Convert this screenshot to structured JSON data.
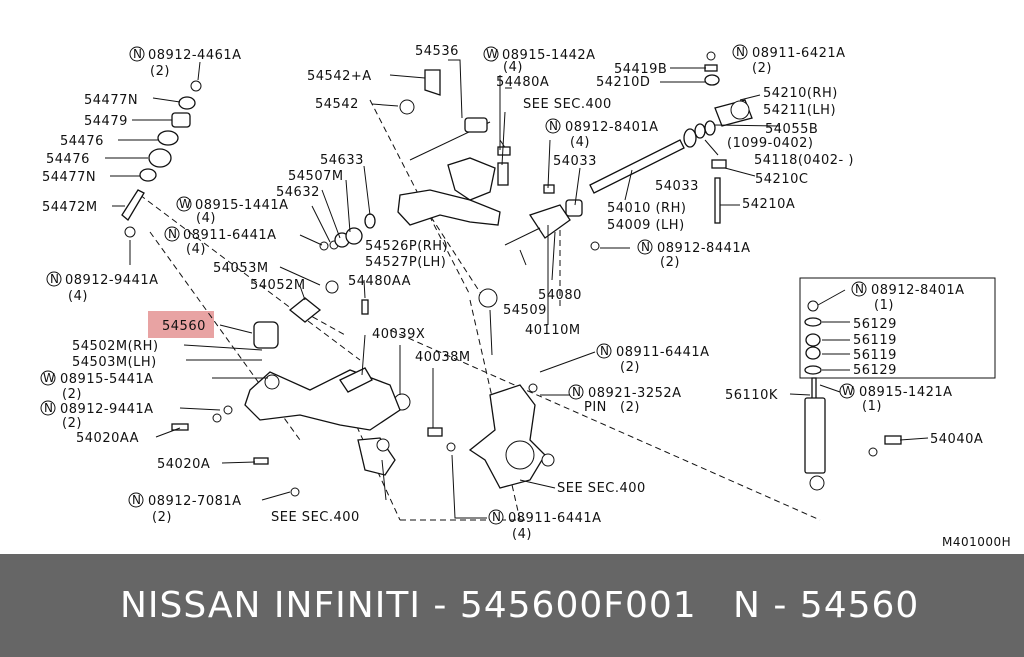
{
  "highlight": {
    "label": "54560",
    "color": "#e8a3a3"
  },
  "codes": {
    "c1": "08912-4461A",
    "c2": "08915-1442A",
    "c3": "08911-6421A",
    "c4": "08912-8401A",
    "c5": "08915-1441A",
    "c6": "08911-6441A",
    "c7": "08912-8441A",
    "c8": "08912-9441A",
    "c9": "08912-8401A",
    "c10": "08911-6441A",
    "c11": "08915-5441A",
    "c12": "08912-9441A",
    "c13": "08921-3252A",
    "c14": "08915-1421A",
    "c15": "08912-7081A",
    "c16": "08911-6441A"
  },
  "qty": {
    "q1": "(2)",
    "q2": "(4)",
    "q3": "(2)",
    "q4": "(4)",
    "q5": "(4)",
    "q6": "(4)",
    "q7": "(2)",
    "q8": "(4)",
    "q9": "(1)",
    "q10": "(2)",
    "q11": "(2)",
    "q12": "(2)",
    "q13": "(1)",
    "q14": "(2)",
    "q15": "(4)"
  },
  "parts": {
    "p54477N": "54477N",
    "p54479": "54479",
    "p54476a": "54476",
    "p54476b": "54476",
    "p54477Nb": "54477N",
    "p54472M": "54472M",
    "p54536": "54536",
    "p54542A": "54542+A",
    "p54542": "54542",
    "p54480A": "54480A",
    "see1": "SEE SEC.400",
    "p54419B": "54419B",
    "p54210D": "54210D",
    "p54210": "54210(RH)",
    "p54211": "54211(LH)",
    "p54055B": "54055B",
    "p1099": "(1099-0402)",
    "p54118": "54118(0402-      )",
    "p54033a": "54033",
    "p54033b": "54033",
    "p54210C": "54210C",
    "p54633": "54633",
    "p54507M": "54507M",
    "p54632": "54632",
    "p54010": "54010 (RH)",
    "p54009": "54009 (LH)",
    "p54210A": "54210A",
    "p54526P": "54526P(RH)",
    "p54527P": "54527P(LH)",
    "p54053M": "54053M",
    "p54052M": "54052M",
    "p54480AA": "54480AA",
    "p54080": "54080",
    "p54509": "54509",
    "p40110M": "40110M",
    "p40039X": "40039X",
    "p54502M": "54502M(RH)",
    "p54503M": "54503M(LH)",
    "p40038M": "40038M",
    "pin": "PIN",
    "p54020AA": "54020AA",
    "p54020A": "54020A",
    "see2": "SEE SEC.400",
    "see3": "SEE SEC.400",
    "p56129a": "56129",
    "p56119a": "56119",
    "p56119b": "56119",
    "p56129b": "56129",
    "p56110K": "56110K",
    "p54040A": "54040A",
    "code": "M401000H"
  },
  "footer": {
    "left": "NISSAN  INFINITI - 545600F001",
    "right": "N - 54560"
  }
}
